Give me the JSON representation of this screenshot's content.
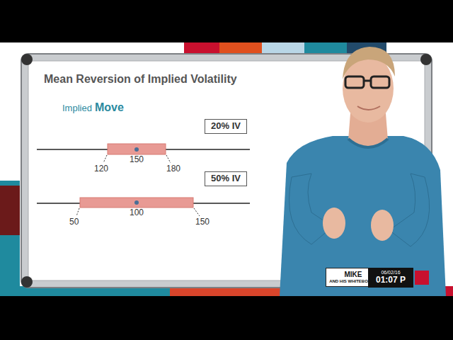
{
  "diagram": {
    "title": "Mean Reversion of Implied Volatility",
    "nodes": [
      {
        "text": [
          "20% IV"
        ]
      },
      {
        "text": [
          "50% IV"
        ]
      },
      {
        "text": [
          "MIKE",
          "AND HIS WHITEBOARD"
        ]
      },
      {
        "text": [
          "06/02/16",
          "01:07 P"
        ]
      }
    ],
    "labels": [
      "Implied",
      "Move",
      "120",
      "150",
      "180",
      "50",
      "100",
      "150"
    ]
  }
}
